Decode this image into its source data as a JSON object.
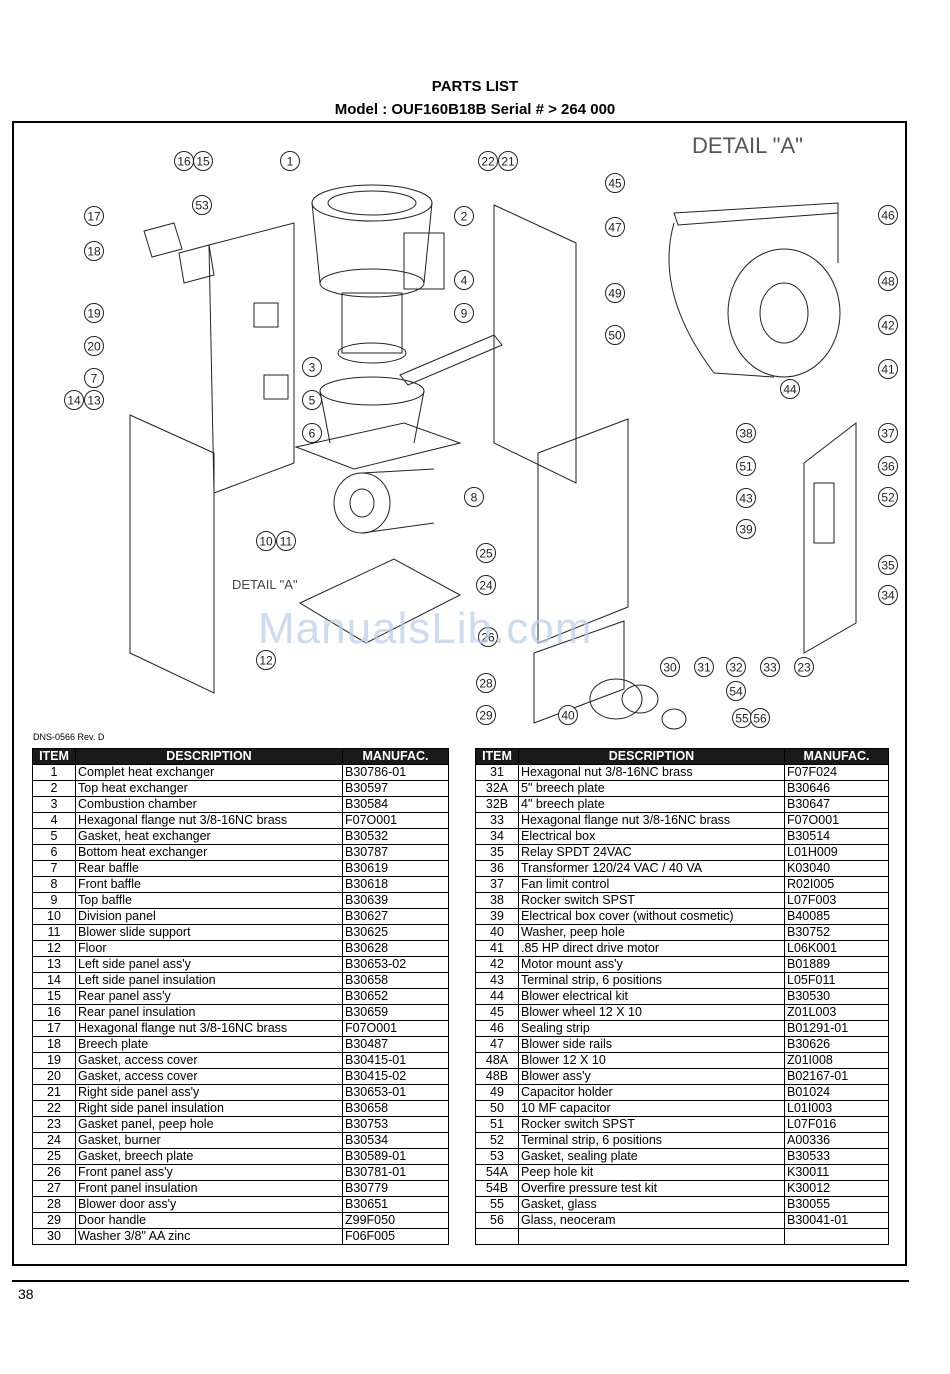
{
  "header": {
    "title": "PARTS LIST",
    "model": "Model : OUF160B18B Serial # > 264 000"
  },
  "diagram": {
    "detail_a_title": "DETAIL \"A\"",
    "detail_a_label": "DETAIL \"A\"",
    "drawing_ref": "DNS-0566 Rev. D",
    "callouts": [
      "16",
      "15",
      "1",
      "22",
      "21",
      "17",
      "53",
      "2",
      "4",
      "18",
      "19",
      "9",
      "20",
      "3",
      "7",
      "5",
      "14",
      "13",
      "6",
      "8",
      "10",
      "11",
      "12",
      "45",
      "47",
      "46",
      "48",
      "49",
      "50",
      "42",
      "41",
      "44",
      "38",
      "37",
      "51",
      "36",
      "52",
      "43",
      "39",
      "35",
      "34",
      "25",
      "24",
      "26",
      "28",
      "29",
      "30",
      "31",
      "32",
      "33",
      "23",
      "40",
      "54",
      "55",
      "56"
    ]
  },
  "table_headers": {
    "item": "ITEM",
    "description": "DESCRIPTION",
    "manufac": "MANUFAC."
  },
  "left_table": [
    {
      "item": "1",
      "desc": "Complet heat exchanger",
      "code": "B30786-01"
    },
    {
      "item": "2",
      "desc": "Top heat exchanger",
      "code": "B30597"
    },
    {
      "item": "3",
      "desc": "Combustion chamber",
      "code": "B30584"
    },
    {
      "item": "4",
      "desc": "Hexagonal flange nut 3/8-16NC brass",
      "code": "F07O001"
    },
    {
      "item": "5",
      "desc": "Gasket, heat exchanger",
      "code": "B30532"
    },
    {
      "item": "6",
      "desc": "Bottom heat exchanger",
      "code": "B30787"
    },
    {
      "item": "7",
      "desc": "Rear baffle",
      "code": "B30619"
    },
    {
      "item": "8",
      "desc": "Front baffle",
      "code": "B30618"
    },
    {
      "item": "9",
      "desc": "Top baffle",
      "code": "B30639"
    },
    {
      "item": "10",
      "desc": "Division panel",
      "code": "B30627"
    },
    {
      "item": "11",
      "desc": "Blower slide support",
      "code": "B30625"
    },
    {
      "item": "12",
      "desc": "Floor",
      "code": "B30628"
    },
    {
      "item": "13",
      "desc": "Left side panel ass'y",
      "code": "B30653-02"
    },
    {
      "item": "14",
      "desc": "Left side panel insulation",
      "code": "B30658"
    },
    {
      "item": "15",
      "desc": "Rear panel ass'y",
      "code": "B30652"
    },
    {
      "item": "16",
      "desc": "Rear panel insulation",
      "code": "B30659"
    },
    {
      "item": "17",
      "desc": "Hexagonal flange nut 3/8-16NC brass",
      "code": "F07O001"
    },
    {
      "item": "18",
      "desc": "Breech plate",
      "code": "B30487"
    },
    {
      "item": "19",
      "desc": "Gasket, access cover",
      "code": "B30415-01"
    },
    {
      "item": "20",
      "desc": "Gasket, access cover",
      "code": "B30415-02"
    },
    {
      "item": "21",
      "desc": "Right side panel ass'y",
      "code": "B30653-01"
    },
    {
      "item": "22",
      "desc": "Right side panel insulation",
      "code": "B30658"
    },
    {
      "item": "23",
      "desc": "Gasket panel, peep hole",
      "code": "B30753"
    },
    {
      "item": "24",
      "desc": "Gasket, burner",
      "code": "B30534"
    },
    {
      "item": "25",
      "desc": "Gasket, breech plate",
      "code": "B30589-01"
    },
    {
      "item": "26",
      "desc": "Front panel ass'y",
      "code": "B30781-01"
    },
    {
      "item": "27",
      "desc": "Front panel insulation",
      "code": "B30779"
    },
    {
      "item": "28",
      "desc": "Blower door ass'y",
      "code": "B30651"
    },
    {
      "item": "29",
      "desc": "Door handle",
      "code": "Z99F050"
    },
    {
      "item": "30",
      "desc": "Washer 3/8\" AA zinc",
      "code": "F06F005"
    }
  ],
  "right_table": [
    {
      "item": "31",
      "desc": "Hexagonal nut 3/8-16NC brass",
      "code": "F07F024"
    },
    {
      "item": "32A",
      "desc": "5\" breech plate",
      "code": "B30646"
    },
    {
      "item": "32B",
      "desc": "4\" breech plate",
      "code": "B30647"
    },
    {
      "item": "33",
      "desc": "Hexagonal flange nut 3/8-16NC brass",
      "code": "F07O001"
    },
    {
      "item": "34",
      "desc": "Electrical box",
      "code": "B30514"
    },
    {
      "item": "35",
      "desc": "Relay SPDT 24VAC",
      "code": "L01H009"
    },
    {
      "item": "36",
      "desc": "Transformer 120/24 VAC / 40 VA",
      "code": "K03040"
    },
    {
      "item": "37",
      "desc": "Fan limit control",
      "code": "R02I005"
    },
    {
      "item": "38",
      "desc": "Rocker switch SPST",
      "code": "L07F003"
    },
    {
      "item": "39",
      "desc": "Electrical box cover  (without cosmetic)",
      "code": "B40085"
    },
    {
      "item": "40",
      "desc": "Washer, peep hole",
      "code": "B30752"
    },
    {
      "item": "41",
      "desc": ".85 HP direct drive motor",
      "code": "L06K001"
    },
    {
      "item": "42",
      "desc": "Motor mount ass'y",
      "code": "B01889"
    },
    {
      "item": "43",
      "desc": "Terminal strip, 6 positions",
      "code": "L05F011"
    },
    {
      "item": "44",
      "desc": "Blower electrical kit",
      "code": "B30530"
    },
    {
      "item": "45",
      "desc": "Blower wheel 12 X 10",
      "code": "Z01L003"
    },
    {
      "item": "46",
      "desc": "Sealing strip",
      "code": "B01291-01"
    },
    {
      "item": "47",
      "desc": "Blower side rails",
      "code": "B30626"
    },
    {
      "item": "48A",
      "desc": "Blower 12 X 10",
      "code": "Z01I008"
    },
    {
      "item": "48B",
      "desc": "Blower ass'y",
      "code": "B02167-01"
    },
    {
      "item": "49",
      "desc": "Capacitor holder",
      "code": "B01024"
    },
    {
      "item": "50",
      "desc": "10 MF capacitor",
      "code": "L01I003"
    },
    {
      "item": "51",
      "desc": "Rocker switch SPST",
      "code": "L07F016"
    },
    {
      "item": "52",
      "desc": "Terminal strip, 6 positions",
      "code": "A00336"
    },
    {
      "item": "53",
      "desc": "Gasket, sealing plate",
      "code": "B30533"
    },
    {
      "item": "54A",
      "desc": "Peep hole kit",
      "code": "K30011"
    },
    {
      "item": "54B",
      "desc": "Overfire pressure test kit",
      "code": "K30012"
    },
    {
      "item": "55",
      "desc": "Gasket, glass",
      "code": "B30055"
    },
    {
      "item": "56",
      "desc": "Glass, neoceram",
      "code": "B30041-01"
    },
    {
      "item": "",
      "desc": "",
      "code": ""
    }
  ],
  "watermark": "ManualsLib.com",
  "page_number": "38"
}
